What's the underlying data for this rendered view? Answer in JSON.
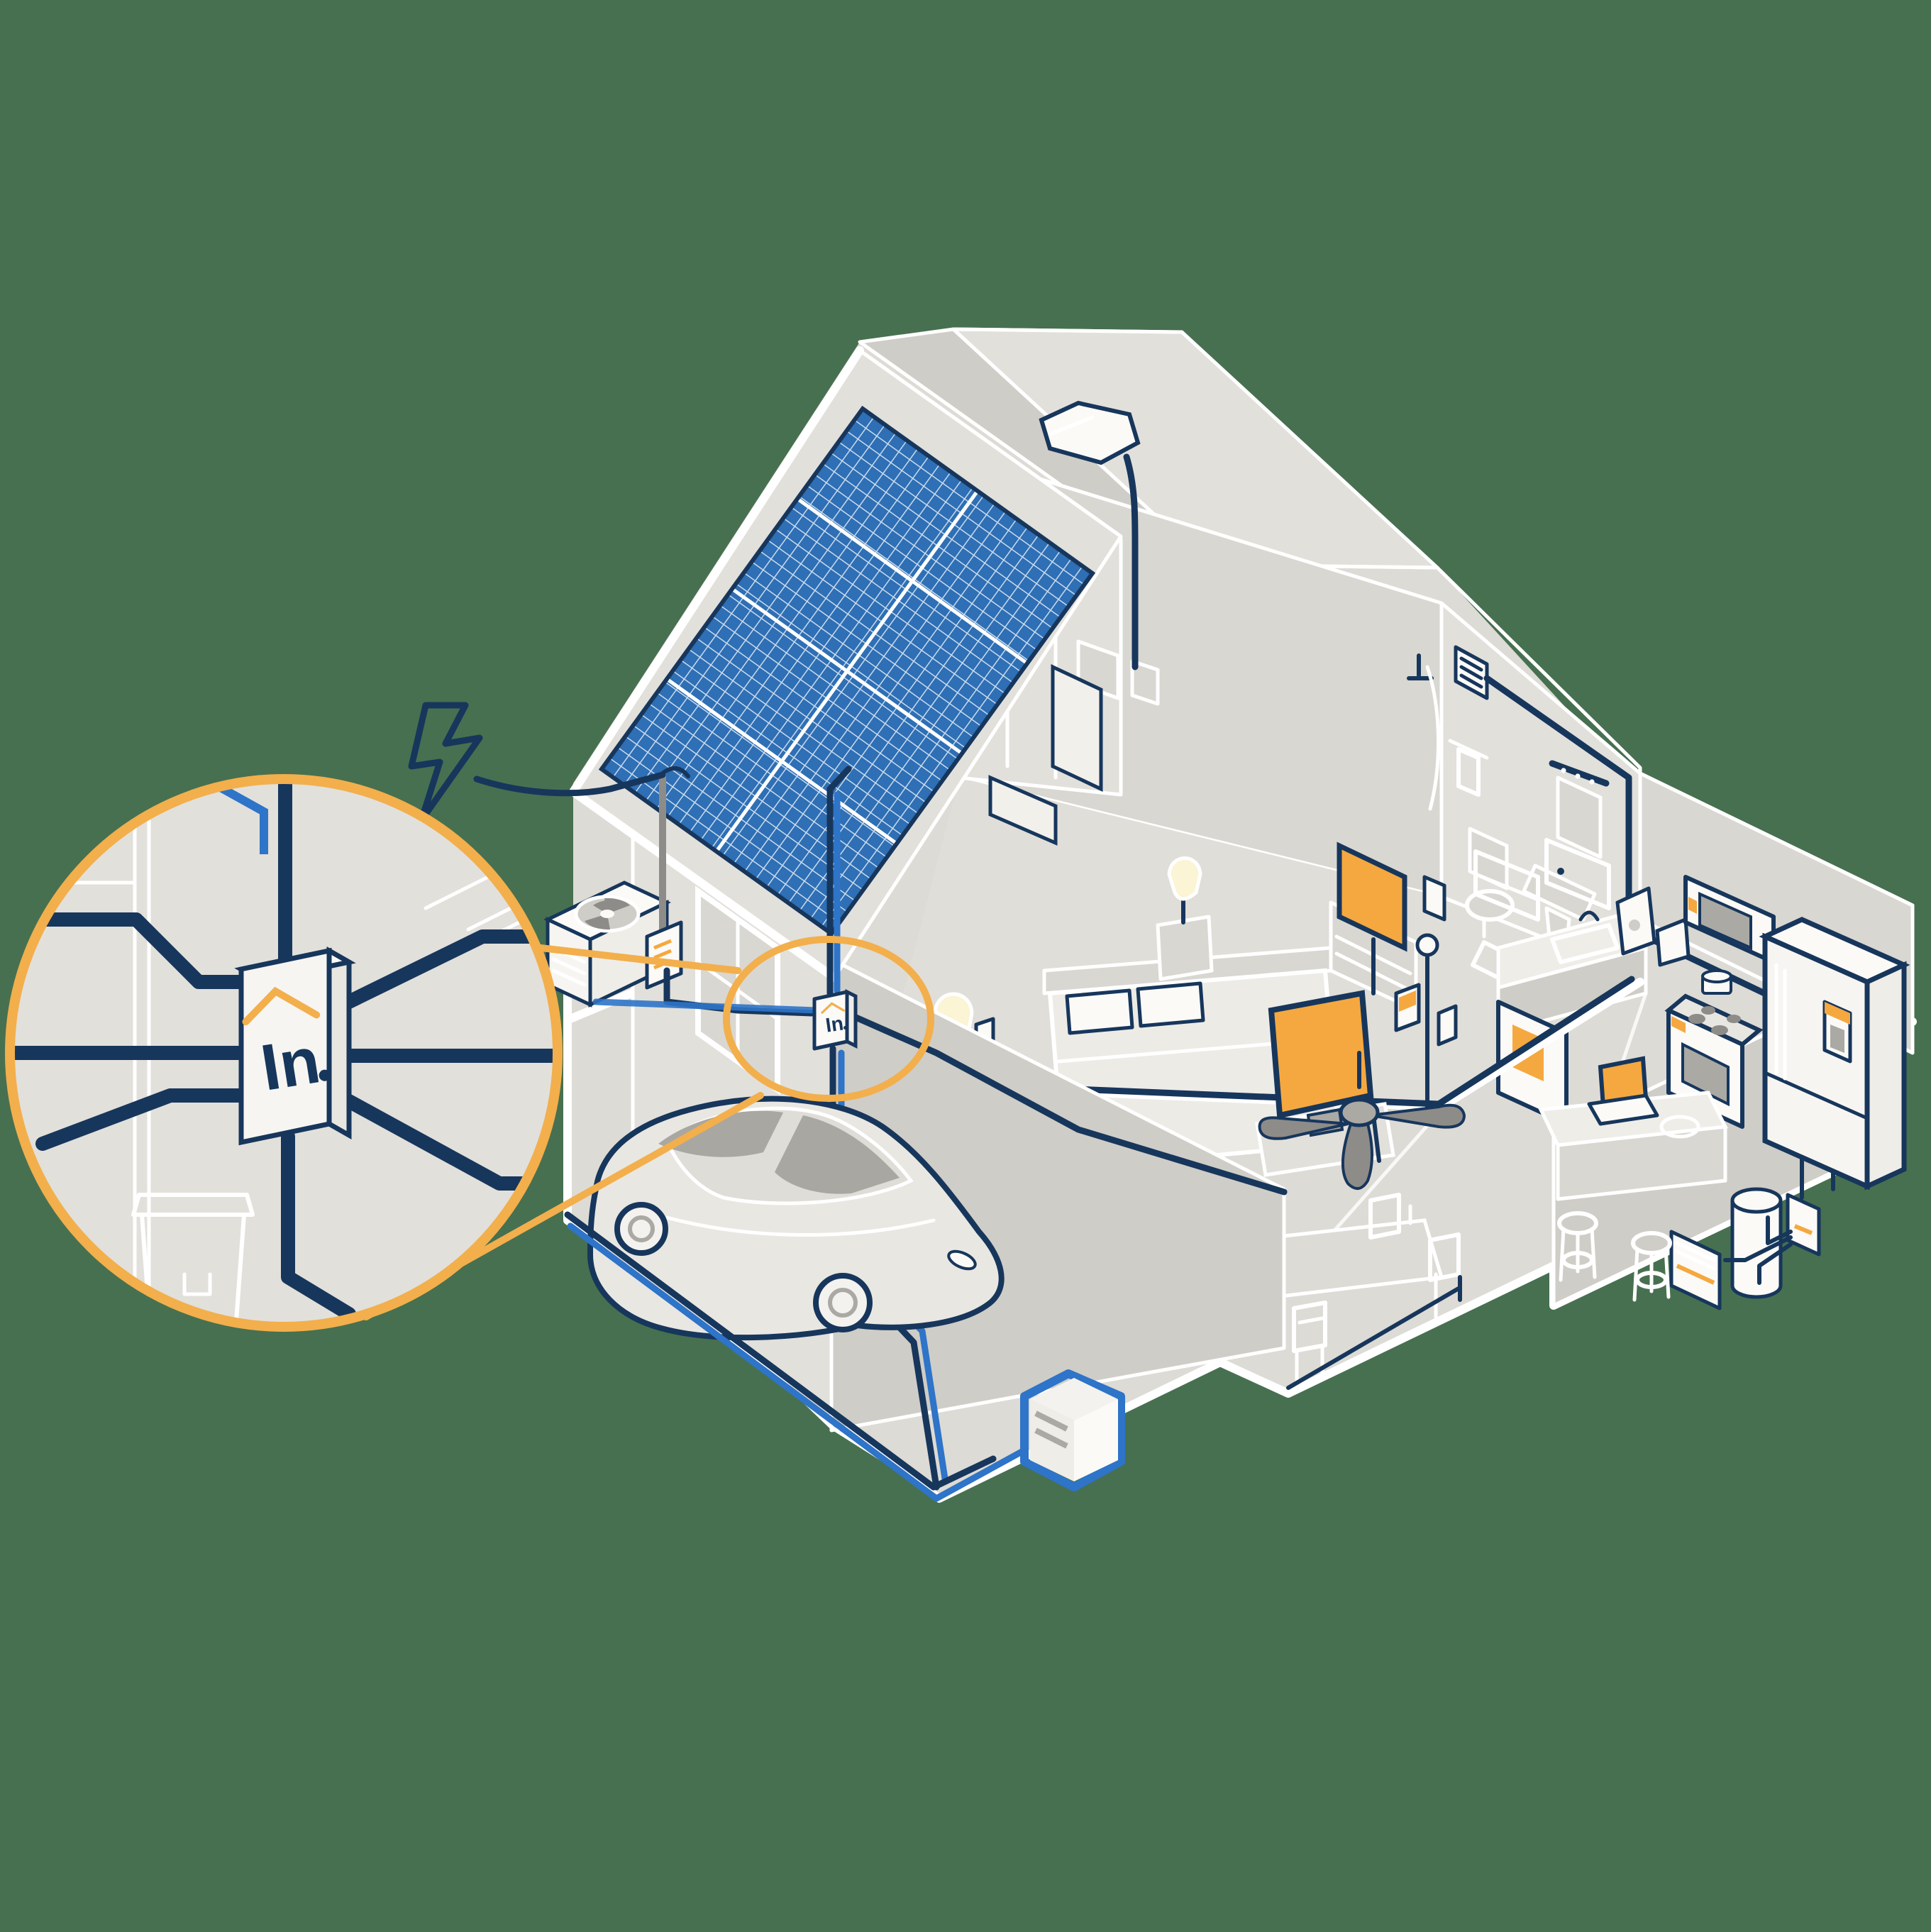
{
  "brand": {
    "logo_text": "In"
  },
  "palette": {
    "green": "#477050",
    "wall": "#E2E0DB",
    "wall2": "#D9D7D1",
    "wall3": "#CFCDC7",
    "floor": "#DDDBD5",
    "floor2": "#E0DED8",
    "navy": "#17365C",
    "blue": "#2E74C8",
    "solar": "#2E6FB5",
    "orange": "#F5A83F",
    "ring": "#F2AF4C",
    "glow": "#FBF4D5",
    "white": "#FFFFFF",
    "gray": "#ABA9A4",
    "graydark": "#8E8C88",
    "cream": "#F7F5F1",
    "carbody": "#E9E7E2",
    "carglass": "#A9A7A2",
    "paper": "#FBFAF7"
  },
  "scene": {
    "type": "isometric-smart-home-cutaway",
    "objects": [
      "solar-panel-array",
      "skylight",
      "grid-power-lightning",
      "electric-meter",
      "outdoor-ac-condenser",
      "smart-electrical-panel",
      "magnifier-callout",
      "bedroom-bed",
      "bedside-lamps",
      "bedroom-tv",
      "bathroom-toilet",
      "bathroom-sink",
      "bathroom-mirror",
      "bathroom-vent",
      "ceiling-fan",
      "living-room-tv",
      "smartphone-on-table",
      "floor-lamp",
      "kitchen-microwave",
      "kitchen-stove",
      "refrigerator",
      "kitchen-sink",
      "coffee-maker",
      "toaster",
      "kitchen-island-laptop",
      "bar-stools",
      "dining-table",
      "washer-dryer",
      "utility-sink",
      "bicycle",
      "trash-bins",
      "electric-car",
      "home-battery",
      "water-heater",
      "furnace",
      "sub-panel",
      "smoke-detector",
      "wiring-navy",
      "wiring-solar-blue"
    ],
    "solar_panels": {
      "columns": 2,
      "rows": 4
    }
  }
}
